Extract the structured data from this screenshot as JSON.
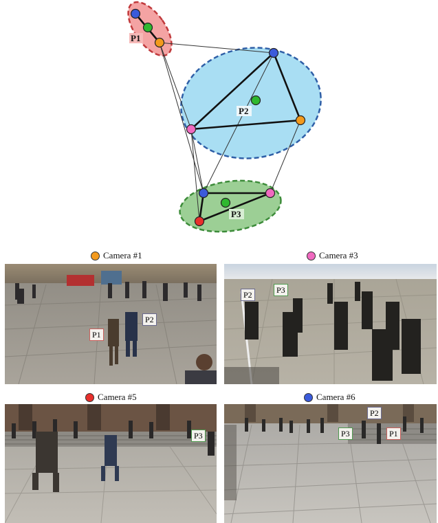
{
  "graph": {
    "groups": [
      {
        "label": "P1",
        "fill": "#f4a3a3",
        "stroke": "#c0393b"
      },
      {
        "label": "P2",
        "fill": "#a9def3",
        "stroke": "#2f5fa7"
      },
      {
        "label": "P3",
        "fill": "#9ccf95",
        "stroke": "#3d8c3a"
      }
    ],
    "node_colors": {
      "blue": "#3b5bdb",
      "green": "#2fb82f",
      "orange": "#f39a1d",
      "pink": "#f06ac0",
      "red": "#e8302c"
    }
  },
  "cameras": [
    {
      "title": "Camera #1",
      "color": "#f39a1d",
      "tags": [
        "P1",
        "P2"
      ]
    },
    {
      "title": "Camera #3",
      "color": "#f06ac0",
      "tags": [
        "P2",
        "P3"
      ]
    },
    {
      "title": "Camera #5",
      "color": "#e8302c",
      "tags": [
        "P3"
      ]
    },
    {
      "title": "Camera #6",
      "color": "#3b5bdb",
      "tags": [
        "P2",
        "P3",
        "P1"
      ]
    }
  ]
}
